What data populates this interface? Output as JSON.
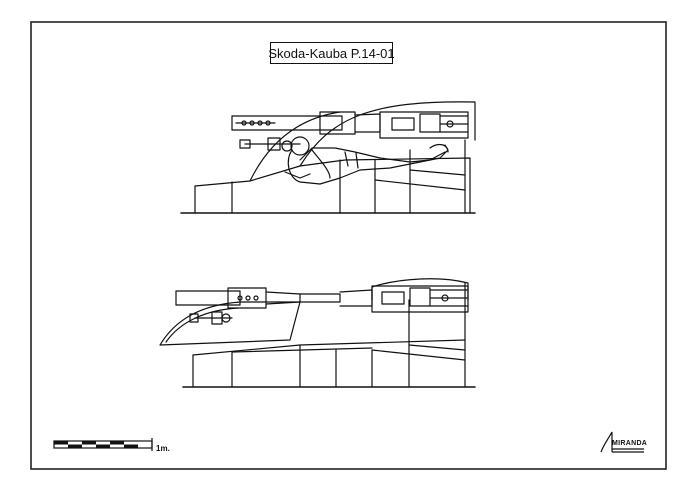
{
  "drawing": {
    "title": "Skoda-Kauba P.14-01",
    "scale_label": "1m.",
    "signature": "MIRANDA"
  },
  "colors": {
    "ink": "#111111",
    "paper": "#ffffff",
    "frame": "#222222"
  },
  "icons": {
    "scale": "scale-bar-icon",
    "logo": "miranda-logo-icon"
  }
}
